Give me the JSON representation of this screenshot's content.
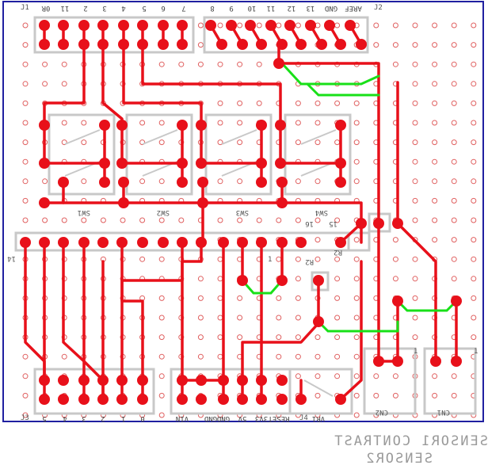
{
  "top_header_labels": [
    "0R",
    "11",
    "2",
    "3",
    "4",
    "5",
    "6",
    "7",
    "8",
    "9",
    "10",
    "11",
    "12",
    "13",
    "GND",
    "AREF"
  ],
  "bottom_header_labels": [
    "5",
    "4",
    "3",
    "2",
    "1",
    "0",
    "VIN",
    "GND",
    "GND",
    "5V",
    "3V3",
    "RESET",
    "VR1"
  ],
  "switch_labels": [
    "SW1",
    "SW2",
    "SW3",
    "SW4"
  ],
  "component_labels": {
    "r2": "R2",
    "u14_left": "14",
    "u1_right": "1",
    "u15": "15",
    "u16": "16",
    "r2b": "R2",
    "cn2": "CN2",
    "cn1": "CN1",
    "cn_pin1": "1",
    "cn_pin1b": "1",
    "corner_j1": "J1",
    "corner_j2": "J2",
    "corner_j3": "J3",
    "corner_j4": "J4"
  },
  "footer": {
    "line1": "SENSOR1  CONTRAST",
    "line2": "SENSOR2"
  },
  "colors": {
    "trace": "#e8101a",
    "jumper": "#18e018",
    "outline": "#c8c8c8",
    "pad": "#e8101a",
    "hole": "#e04040",
    "border": "#2020a0"
  }
}
